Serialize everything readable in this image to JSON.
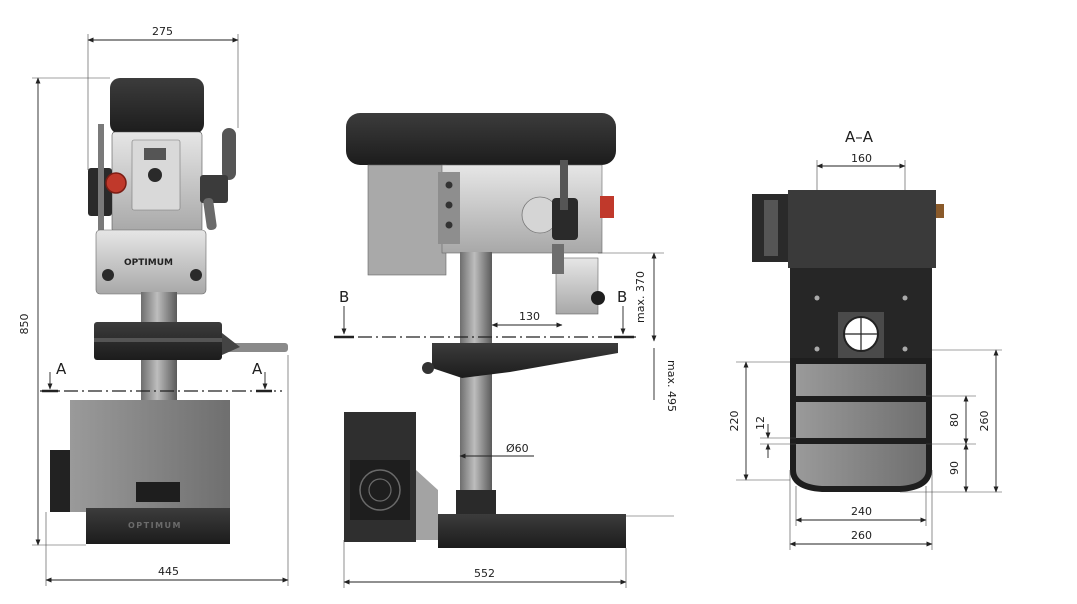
{
  "front_view": {
    "brand_head": "OPTIMUM",
    "brand_base": "OPTIMUM",
    "dim_top_width": "275",
    "dim_height": "850",
    "dim_base_width": "445",
    "section_mark": "A"
  },
  "side_view": {
    "section_mark": "B",
    "dim_reach": "130",
    "dim_spindle": "max. 370",
    "dim_partial": "max. 495",
    "dim_column": "Ø60",
    "dim_depth": "552"
  },
  "section_view": {
    "title": "A–A",
    "dim_top": "160",
    "dim_left": "220",
    "dim_slot": "12",
    "dim_right_upper": "80",
    "dim_right_lower": "90",
    "dim_right_total": "260",
    "dim_bottom_inner": "240",
    "dim_bottom_outer": "260"
  },
  "colors": {
    "machine_dark": "#2d2d2d",
    "machine_grey": "#8c8c8c",
    "machine_light": "#cfcfcf",
    "accent_red": "#c0392b"
  }
}
